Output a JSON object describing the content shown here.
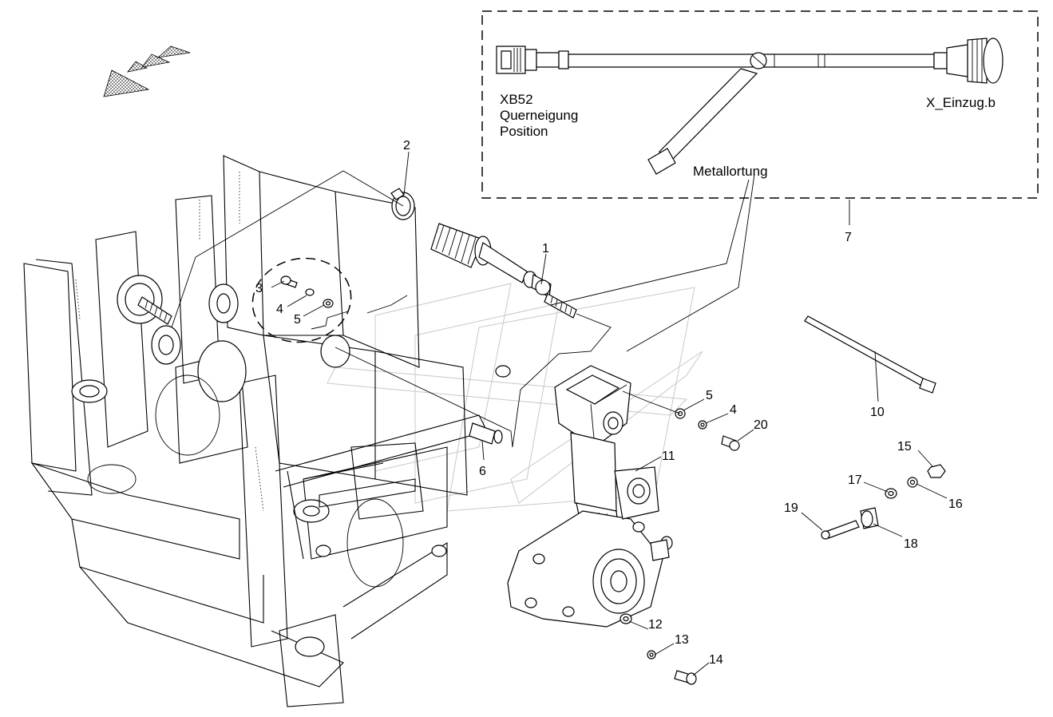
{
  "connector_box": {
    "left_label_lines": [
      "XB52",
      "Querneigung",
      "Position"
    ],
    "right_label": "X_Einzug.b",
    "ground_label": "Metallortung"
  },
  "callouts": [
    {
      "id": "c1",
      "number": "1"
    },
    {
      "id": "c2",
      "number": "2"
    },
    {
      "id": "c3",
      "number": "3"
    },
    {
      "id": "c4a",
      "number": "4"
    },
    {
      "id": "c5a",
      "number": "5"
    },
    {
      "id": "c6",
      "number": "6"
    },
    {
      "id": "c7",
      "number": "7"
    },
    {
      "id": "c5b",
      "number": "5"
    },
    {
      "id": "c4b",
      "number": "4"
    },
    {
      "id": "c20",
      "number": "20"
    },
    {
      "id": "c10",
      "number": "10"
    },
    {
      "id": "c11",
      "number": "11"
    },
    {
      "id": "c15",
      "number": "15"
    },
    {
      "id": "c17",
      "number": "17"
    },
    {
      "id": "c16",
      "number": "16"
    },
    {
      "id": "c19",
      "number": "19"
    },
    {
      "id": "c18",
      "number": "18"
    },
    {
      "id": "c12",
      "number": "12"
    },
    {
      "id": "c13",
      "number": "13"
    },
    {
      "id": "c14",
      "number": "14"
    }
  ]
}
